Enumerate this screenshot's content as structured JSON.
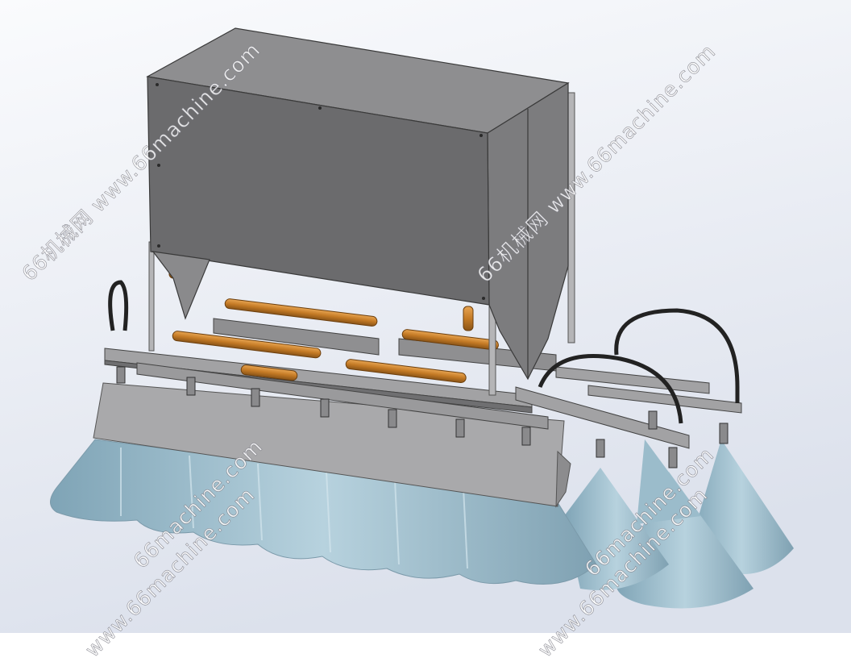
{
  "watermarks": {
    "full": "66机械网 www.66machine.com",
    "short": "66machine.com",
    "url": "www.66machine.com"
  },
  "colors": {
    "background_top": "#f7f8fb",
    "background_bottom": "#dfe3ee",
    "housing_front": "#6b6b6d",
    "housing_top": "#8e8e90",
    "housing_side": "#7c7c7e",
    "cylinder": "#c9822f",
    "frame": "#9a9a9c",
    "spray": "#8fb2c2"
  }
}
